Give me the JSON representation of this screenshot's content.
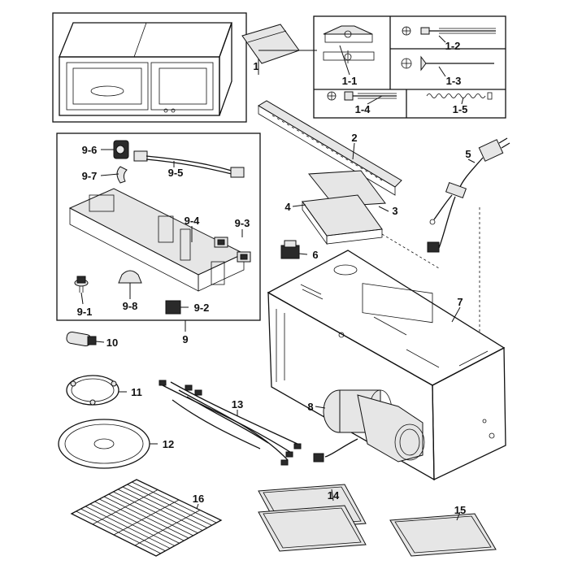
{
  "labels": {
    "p1": "1",
    "p1_1": "1-1",
    "p1_2": "1-2",
    "p1_3": "1-3",
    "p1_4": "1-4",
    "p1_5": "1-5",
    "p2": "2",
    "p3": "3",
    "p4": "4",
    "p5": "5",
    "p6": "6",
    "p7": "7",
    "p8": "8",
    "p9": "9",
    "p9_1": "9-1",
    "p9_2": "9-2",
    "p9_3": "9-3",
    "p9_4": "9-4",
    "p9_5": "9-5",
    "p9_6": "9-6",
    "p9_7": "9-7",
    "p9_8": "9-8",
    "p10": "10",
    "p11": "11",
    "p12": "12",
    "p13": "13",
    "p14": "14",
    "p15": "15",
    "p16": "16"
  }
}
